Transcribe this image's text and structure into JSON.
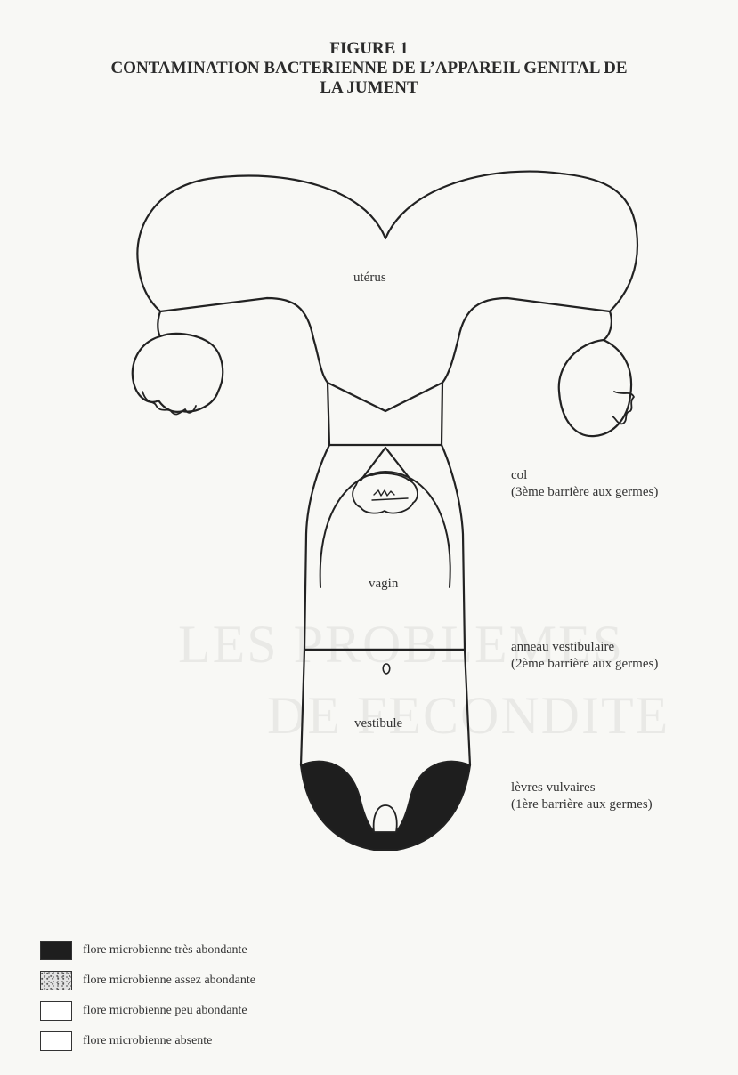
{
  "figure": {
    "number": "FIGURE 1",
    "title_line1": "CONTAMINATION BACTERIENNE DE L’APPAREIL GENITAL DE",
    "title_line2": "LA JUMENT"
  },
  "organs": {
    "uterus": "utérus",
    "vagin": "vagin",
    "vestibule": "vestibule"
  },
  "barriers": {
    "col": {
      "name": "col",
      "note": "(3ème barrière aux germes)"
    },
    "anneau": {
      "name": "anneau vestibulaire",
      "note": "(2ème barrière aux germes)"
    },
    "levres": {
      "name": "lèvres vulvaires",
      "note": "(1ère barrière aux germes)"
    }
  },
  "legend": [
    {
      "label": "flore microbienne très abondante",
      "fill": "#1e1e1e",
      "pattern": "solid"
    },
    {
      "label": "flore microbienne assez abondante",
      "fill": "#d8d8d8",
      "pattern": "speckled"
    },
    {
      "label": "flore microbienne peu abondante",
      "fill": "#ffffff",
      "pattern": "empty"
    },
    {
      "label": "flore microbienne absente",
      "fill": "#ffffff",
      "pattern": "empty"
    }
  ],
  "colors": {
    "outline": "#222222",
    "dark_fill": "#1e1e1e"
  }
}
